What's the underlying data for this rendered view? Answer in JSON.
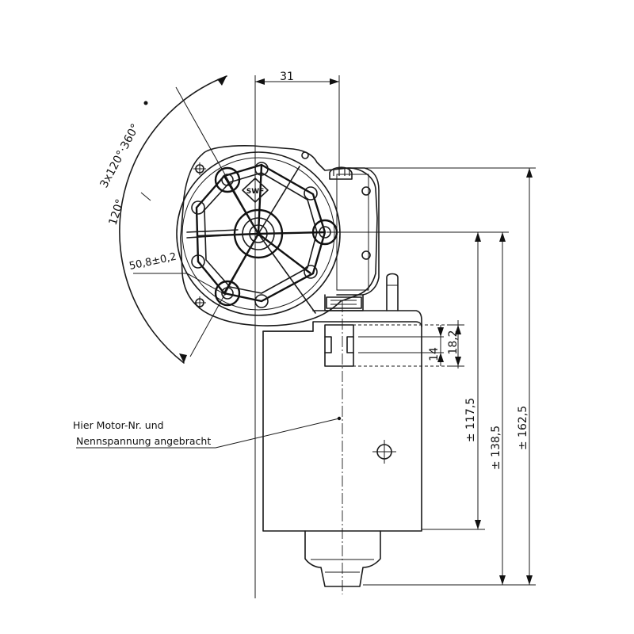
{
  "drawing": {
    "dimensions": {
      "top_width": "31",
      "angle_pattern": "3x120°·360°",
      "angle_single": "120°",
      "bolt_circle": "50,8±0,2",
      "dim_14": "14",
      "dim_18_2": "18,2",
      "dim_117_5": "± 117,5",
      "dim_138_5": "± 138,5",
      "dim_162_5": "± 162,5"
    },
    "logo": "SWF",
    "note": {
      "line1": "Hier Motor-Nr. und",
      "line2": "Nennspannung angebracht"
    }
  }
}
